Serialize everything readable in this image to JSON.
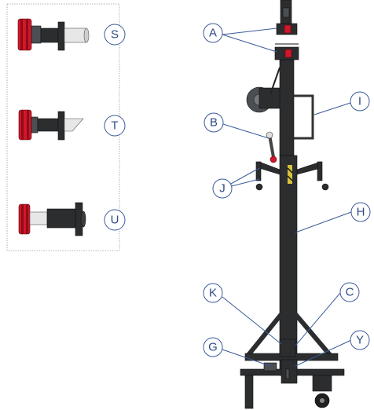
{
  "insets": [
    {
      "label": "S"
    },
    {
      "label": "T"
    },
    {
      "label": "U"
    }
  ],
  "callouts": [
    {
      "label": "A"
    },
    {
      "label": "B"
    },
    {
      "label": "I"
    },
    {
      "label": "J"
    },
    {
      "label": "H"
    },
    {
      "label": "K"
    },
    {
      "label": "C"
    },
    {
      "label": "G"
    },
    {
      "label": "Y"
    }
  ],
  "colors": {
    "callout": "#3b5b9a",
    "steel": "#2b2d2f",
    "accent_red": "#d3162a"
  }
}
